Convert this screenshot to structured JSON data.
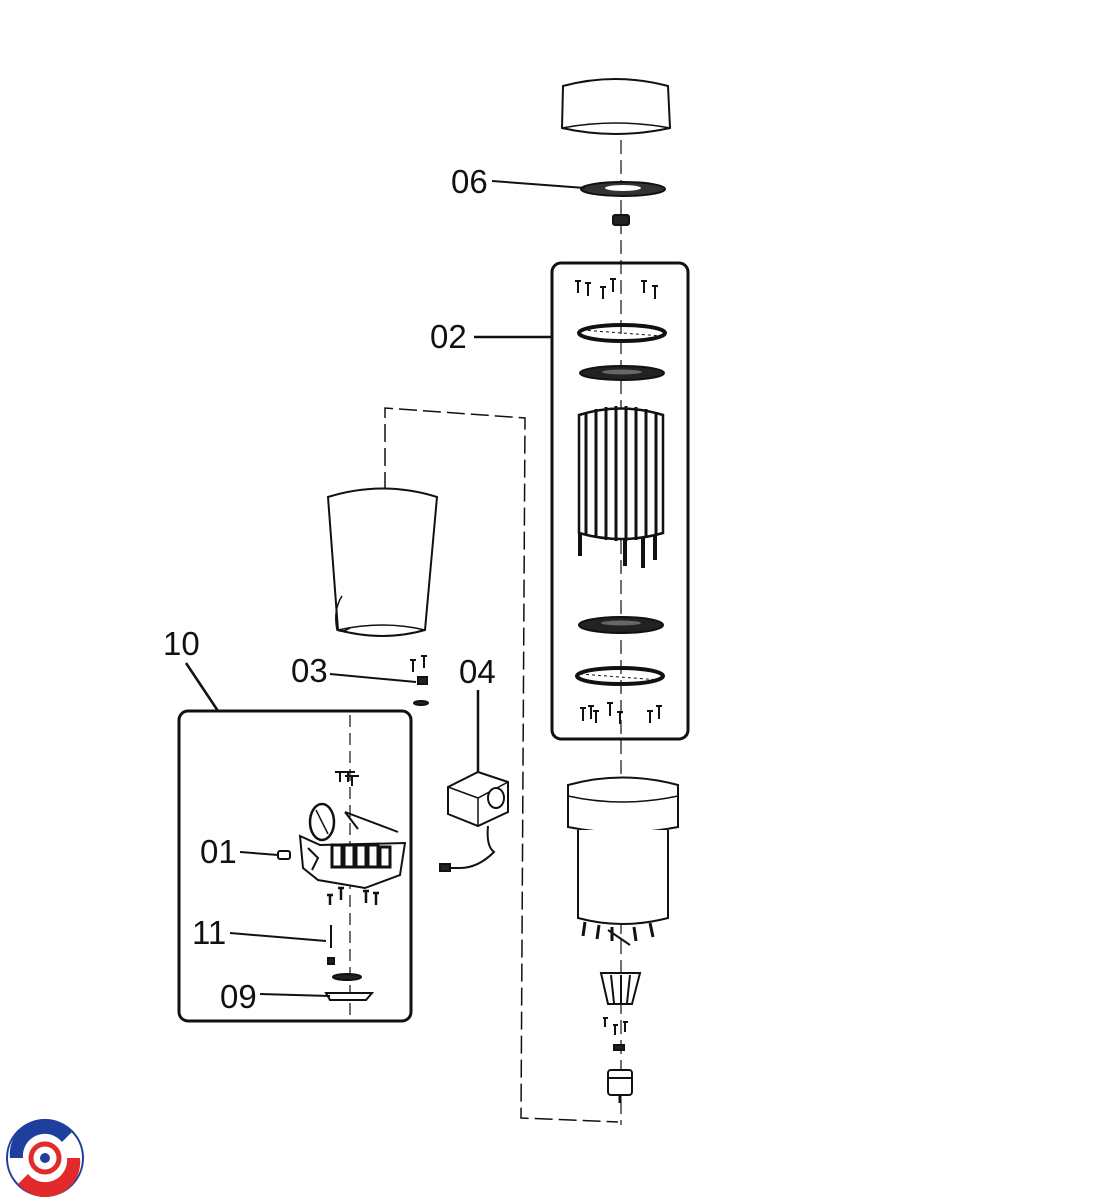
{
  "labels": {
    "p06": "06",
    "p02": "02",
    "p10": "10",
    "p03": "03",
    "p04": "04",
    "p01": "01",
    "p11": "11",
    "p09": "09"
  },
  "colors": {
    "line": "#111111",
    "logo_blue": "#1f3f9c",
    "logo_red": "#e22a2a"
  },
  "logo": {
    "icon": "brand-swirl-logo"
  }
}
